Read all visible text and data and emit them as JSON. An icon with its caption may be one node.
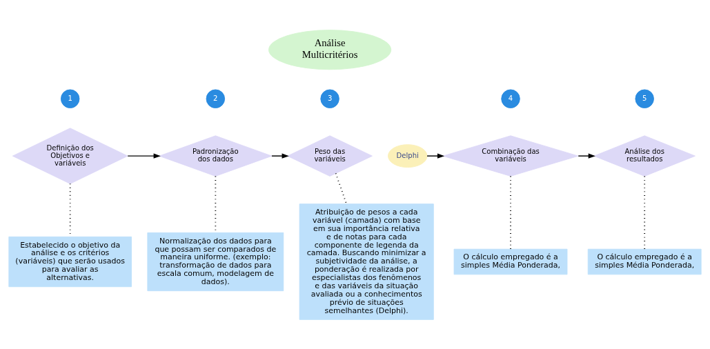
{
  "diagram": {
    "nodes": [
      {
        "text": [
          "Análise Multicritérios"
        ]
      },
      {
        "text": [
          "1"
        ]
      },
      {
        "text": [
          "2"
        ]
      },
      {
        "text": [
          "3"
        ]
      },
      {
        "text": [
          "4"
        ]
      },
      {
        "text": [
          "5"
        ]
      },
      {
        "text": [
          "Definição dos Objetivos e variáveis"
        ]
      },
      {
        "text": [
          "Padronização dos dados"
        ]
      },
      {
        "text": [
          "Peso das variáveis"
        ]
      },
      {
        "text": [
          "Delphi"
        ]
      },
      {
        "text": [
          "Combinação das variáveis"
        ]
      },
      {
        "text": [
          "Análise dos resultados"
        ]
      },
      {
        "text": [
          "Estabelecido o objetivo da análise e os critérios (variáveis) que serão usados para avaliar as alternativas."
        ]
      },
      {
        "text": [
          "Normalização dos dados para que possam ser comparados de maneira uniforme. (exemplo: transformação de dados para escala comum, modelagem de dados)."
        ]
      },
      {
        "text": [
          "Atribuição de pesos a cada variável (camada) com base em sua importância relativa e de notas para cada componente de legenda da camada. Buscando minimizar a subjetividade da análise, a ponderação é realizada por especialistas dos fenômenos e das variáveis da situação avaliada ou a conhecimentos prévio de situações semelhantes (Delphi)."
        ]
      },
      {
        "text": [
          "O cálculo empregado é a simples Média Ponderada,"
        ]
      },
      {
        "text": [
          "O cálculo empregado é a simples Média Ponderada,"
        ]
      }
    ],
    "edges": [
      {
        "from": 6,
        "to": 7,
        "arrow": "to"
      },
      {
        "from": 7,
        "to": 8,
        "arrow": "to"
      },
      {
        "from": 9,
        "to": 10,
        "arrow": "to"
      },
      {
        "from": 10,
        "to": 11,
        "arrow": "to"
      },
      {
        "from": 6,
        "to": 12,
        "arrow": "none",
        "style": "dashed"
      },
      {
        "from": 7,
        "to": 13,
        "arrow": "none",
        "style": "dashed"
      },
      {
        "from": 8,
        "to": 14,
        "arrow": "none",
        "style": "dashed"
      },
      {
        "from": 10,
        "to": 15,
        "arrow": "none",
        "style": "dashed"
      },
      {
        "from": 11,
        "to": 16,
        "arrow": "none",
        "style": "dashed"
      }
    ]
  }
}
